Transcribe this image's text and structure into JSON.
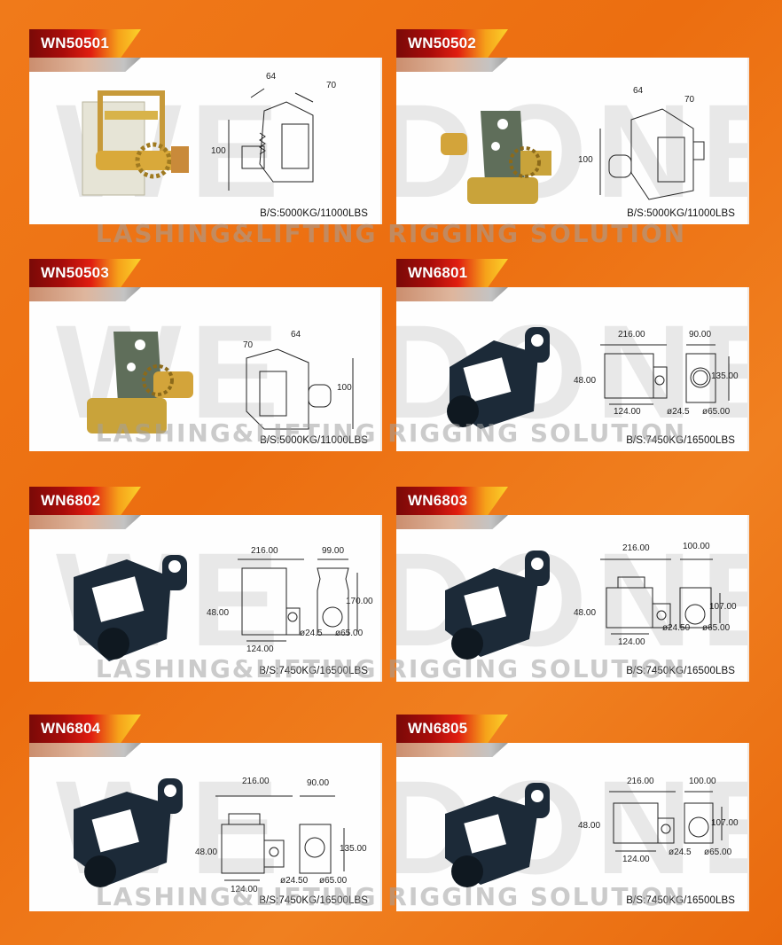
{
  "watermark": {
    "brand": "WELLDONE",
    "tagline": "LASHING&LIFTING RIGGING SOLUTION"
  },
  "products": [
    {
      "code": "WN50501",
      "finish": "zinc-yellow",
      "dims": {
        "a": "64",
        "b": "70",
        "h": "100"
      },
      "breaking_strength": "B/S:5000KG/11000LBS"
    },
    {
      "code": "WN50502",
      "finish": "green-zinc",
      "dims": {
        "a": "64",
        "b": "70",
        "h": "100"
      },
      "breaking_strength": "B/S:5000KG/11000LBS"
    },
    {
      "code": "WN50503",
      "finish": "green-zinc",
      "dims": {
        "a": "70",
        "b": "64",
        "h": "100"
      },
      "breaking_strength": "B/S:5000KG/11000LBS"
    },
    {
      "code": "WN6801",
      "finish": "black",
      "dims": {
        "length": "216.00",
        "width": "90.00",
        "height": "135.00",
        "gap": "48.00",
        "base": "124.00",
        "hole": "ø24.5",
        "drum": "ø65.00"
      },
      "breaking_strength": "B/S:7450KG/16500LBS"
    },
    {
      "code": "WN6802",
      "finish": "black",
      "dims": {
        "length": "216.00",
        "width": "99.00",
        "height": "170.00",
        "gap": "48.00",
        "base": "124.00",
        "hole": "ø24.5",
        "drum": "ø65.00"
      },
      "breaking_strength": "B/S:7450KG/16500LBS"
    },
    {
      "code": "WN6803",
      "finish": "black",
      "dims": {
        "length": "216.00",
        "width": "100.00",
        "height": "107.00",
        "gap": "48.00",
        "base": "124.00",
        "hole": "ø24.50",
        "drum": "ø65.00"
      },
      "breaking_strength": "B/S:7450KG/16500LBS"
    },
    {
      "code": "WN6804",
      "finish": "black",
      "dims": {
        "length": "216.00",
        "width": "90.00",
        "height": "135.00",
        "gap": "48.00",
        "base": "124.00",
        "hole": "ø24.50",
        "drum": "ø65.00"
      },
      "breaking_strength": "B/S:7450KG/16500LBS"
    },
    {
      "code": "WN6805",
      "finish": "black",
      "dims": {
        "length": "216.00",
        "width": "100.00",
        "height": "107.00",
        "gap": "48.00",
        "base": "124.00",
        "hole": "ø24.5",
        "drum": "ø65.00"
      },
      "breaking_strength": "B/S:7450KG/16500LBS"
    }
  ],
  "colors": {
    "background": "#ec6e10",
    "label_dark": "#7a0a08",
    "label_red": "#e01d10",
    "label_yellow": "#fbd22a",
    "panel": "#fefefe"
  }
}
